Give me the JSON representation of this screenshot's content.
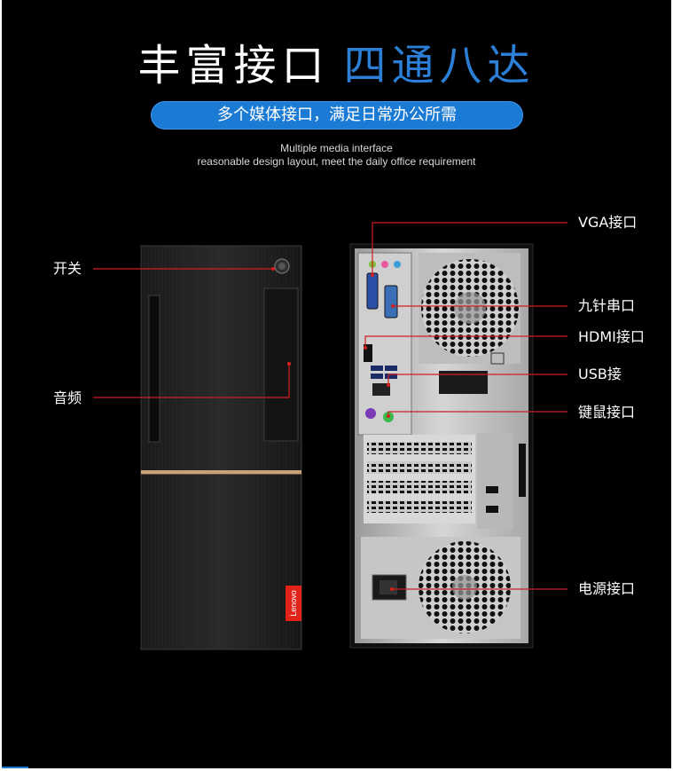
{
  "header": {
    "title_main": "丰富接口",
    "title_accent": "四通八达",
    "pill_text": "多个媒体接口，满足日常办公所需",
    "subtitle_line1": "Multiple media interface",
    "subtitle_line2": "reasonable design layout, meet the daily office requirement"
  },
  "front_panel": {
    "power_label": "开关",
    "audio_label": "音频",
    "logo_text": "Lenovo"
  },
  "rear_panel": {
    "vga_label": "VGA接口",
    "serial_label": "九针串口",
    "hdmi_label": "HDMI接口",
    "usb_label": "USB接",
    "ps2_label": "键鼠接口",
    "power_label": "电源接口"
  },
  "colors": {
    "accent_blue": "#2c7fd6",
    "pill_blue": "#1b7ad4",
    "callout_red": "#d21e1e",
    "brand_red": "#e2231a"
  }
}
